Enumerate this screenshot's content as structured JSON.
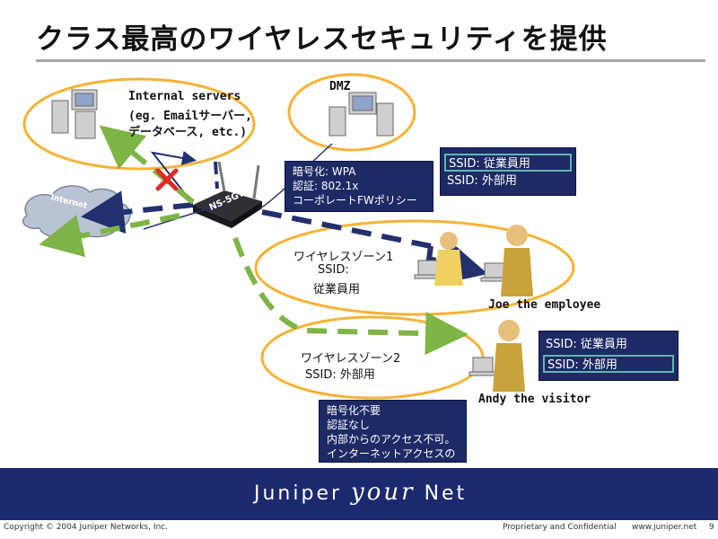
{
  "title": "クラス最高のワイヤレスセキュリティを提供",
  "nodes": {
    "internal_servers": [
      "Internal servers",
      "(eg. Emailサーバー,",
      "データベース, etc.)"
    ],
    "dmz": "DMZ",
    "internet": "Internet",
    "firewall": "NS-5GT",
    "zone1": [
      "ワイヤレスゾーン1",
      "SSID:",
      "従業員用"
    ],
    "zone2": [
      "ワイヤレスゾーン2",
      "SSID: 外部用"
    ],
    "employee": "Joe the employee",
    "visitor": "Andy the visitor"
  },
  "policy_box": [
    "暗号化: WPA",
    "認証: 802.1x",
    "コーポレートFWポリシー"
  ],
  "guest_box": [
    "暗号化不要",
    "認証なし",
    "内部からのアクセス不可。",
    "インターネットアクセスのみ"
  ],
  "ssid_list_1": [
    "SSID: 従業員用",
    "SSID: 外部用"
  ],
  "ssid_list_2": [
    "SSID: 従業員用",
    "SSID: 外部用"
  ],
  "footer": {
    "brand": [
      "Juniper",
      "your",
      "Net"
    ],
    "copyright": "Copyright © 2004 Juniper Networks, Inc.",
    "confidential": "Proprietary and Confidential",
    "url": "www.juniper.net",
    "page": "9"
  },
  "colors": {
    "accent_orange": "#f5b335",
    "arrow_green": "#7fb446",
    "arrow_navy": "#22306e",
    "box_navy": "#1e2a64",
    "highlight_teal": "#5fb7b0",
    "blocked_red": "#e02a2a"
  }
}
